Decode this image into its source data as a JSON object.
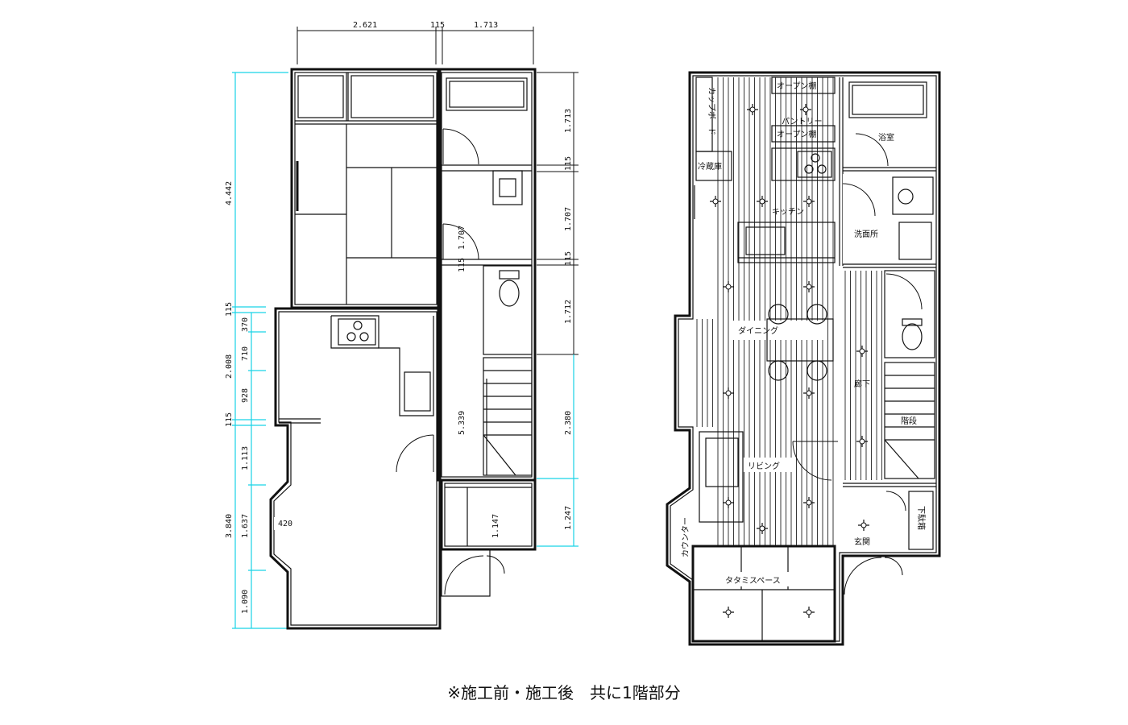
{
  "caption": "※施工前・施工後　共に1階部分",
  "before": {
    "dimensions": {
      "top": [
        "2.621",
        "115",
        "1.713"
      ],
      "left_outer": [
        "4.442",
        "115",
        "2.008",
        "115",
        "3.840"
      ],
      "left_inner": [
        "370",
        "710",
        "928",
        "1.113",
        "1.637",
        "1.090"
      ],
      "right": [
        "1.713",
        "115",
        "1.707",
        "115",
        "1.712",
        "2.380",
        "1.247"
      ],
      "interior": [
        "1.707",
        "115",
        "5.339",
        "1.147",
        "420"
      ]
    }
  },
  "after": {
    "rooms": {
      "open_shelf_1": "オープン棚",
      "pantry": "パントリー",
      "open_shelf_2": "オープン棚",
      "cupboard": "カップボード",
      "fridge": "冷蔵庫",
      "kitchen": "キッチン",
      "bath": "浴室",
      "washroom": "洗面所",
      "dining": "ダイニング",
      "corridor": "廊下",
      "stairs": "階段",
      "living": "リビング",
      "counter": "カウンター",
      "entrance": "玄関",
      "shoe_box": "下駄箱",
      "tatami_space": "タタミスペース"
    }
  }
}
